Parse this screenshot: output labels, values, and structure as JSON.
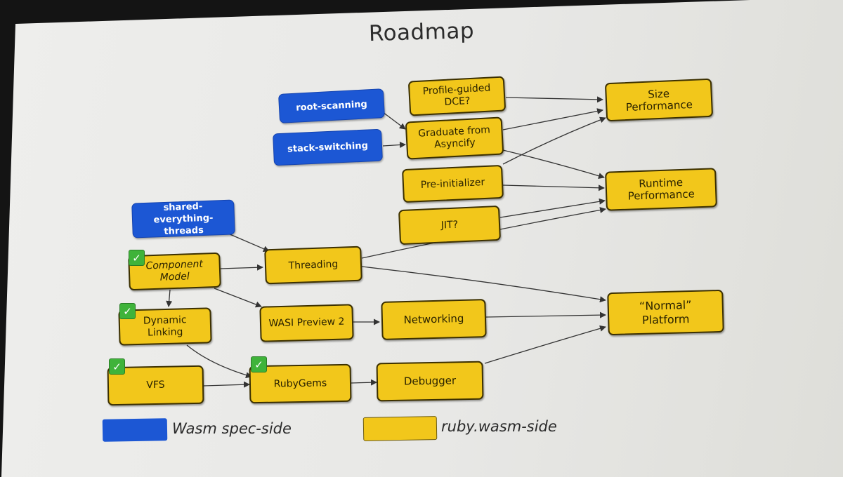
{
  "title": "Roadmap",
  "colors": {
    "spec": "#1c57d4",
    "ruby": "#f2c71b"
  },
  "nodes": {
    "root_scanning": "root-scanning",
    "stack_switching": "stack-switching",
    "profile_guided_dce": "Profile-guided\nDCE?",
    "graduate_asyncify": "Graduate from\nAsyncify",
    "pre_initializer": "Pre-initializer",
    "jit": "JIT?",
    "size_performance": "Size\nPerformance",
    "runtime_performance": "Runtime\nPerformance",
    "shared_everything_threads": "shared-everything-\nthreads",
    "component_model": "Component\nModel",
    "threading": "Threading",
    "dynamic_linking": "Dynamic Linking",
    "wasi_preview_2": "WASI Preview 2",
    "networking": "Networking",
    "normal_platform": "“Normal”\nPlatform",
    "vfs": "VFS",
    "rubygems": "RubyGems",
    "debugger": "Debugger"
  },
  "completed": [
    "component_model",
    "dynamic_linking",
    "vfs",
    "rubygems"
  ],
  "legend": {
    "spec_label": "Wasm spec-side",
    "ruby_label": "ruby.wasm-side"
  }
}
